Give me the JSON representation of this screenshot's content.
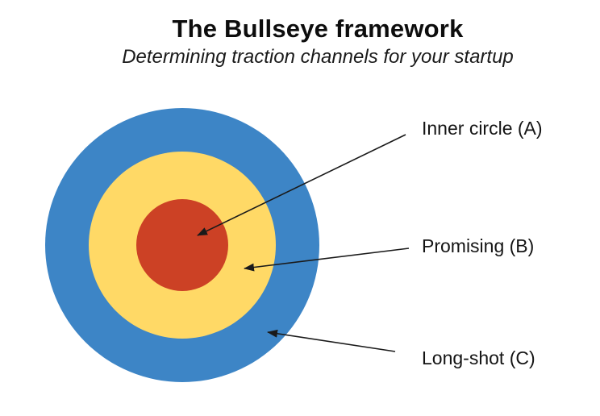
{
  "header": {
    "title": "The Bullseye framework",
    "subtitle": "Determining traction channels for your startup"
  },
  "diagram": {
    "type": "bullseye-target",
    "arrow_color": "#1a1a1a",
    "rings": [
      {
        "name": "outer-long-shot",
        "color": "#3D85C6"
      },
      {
        "name": "middle-promising",
        "color": "#FFD966"
      },
      {
        "name": "inner-circle",
        "color": "#CC4125"
      }
    ],
    "annotations": [
      {
        "label": "Inner circle (A)",
        "target_ring": "inner-circle"
      },
      {
        "label": "Promising (B)",
        "target_ring": "middle-promising"
      },
      {
        "label": "Long-shot (C)",
        "target_ring": "outer-long-shot"
      }
    ]
  }
}
